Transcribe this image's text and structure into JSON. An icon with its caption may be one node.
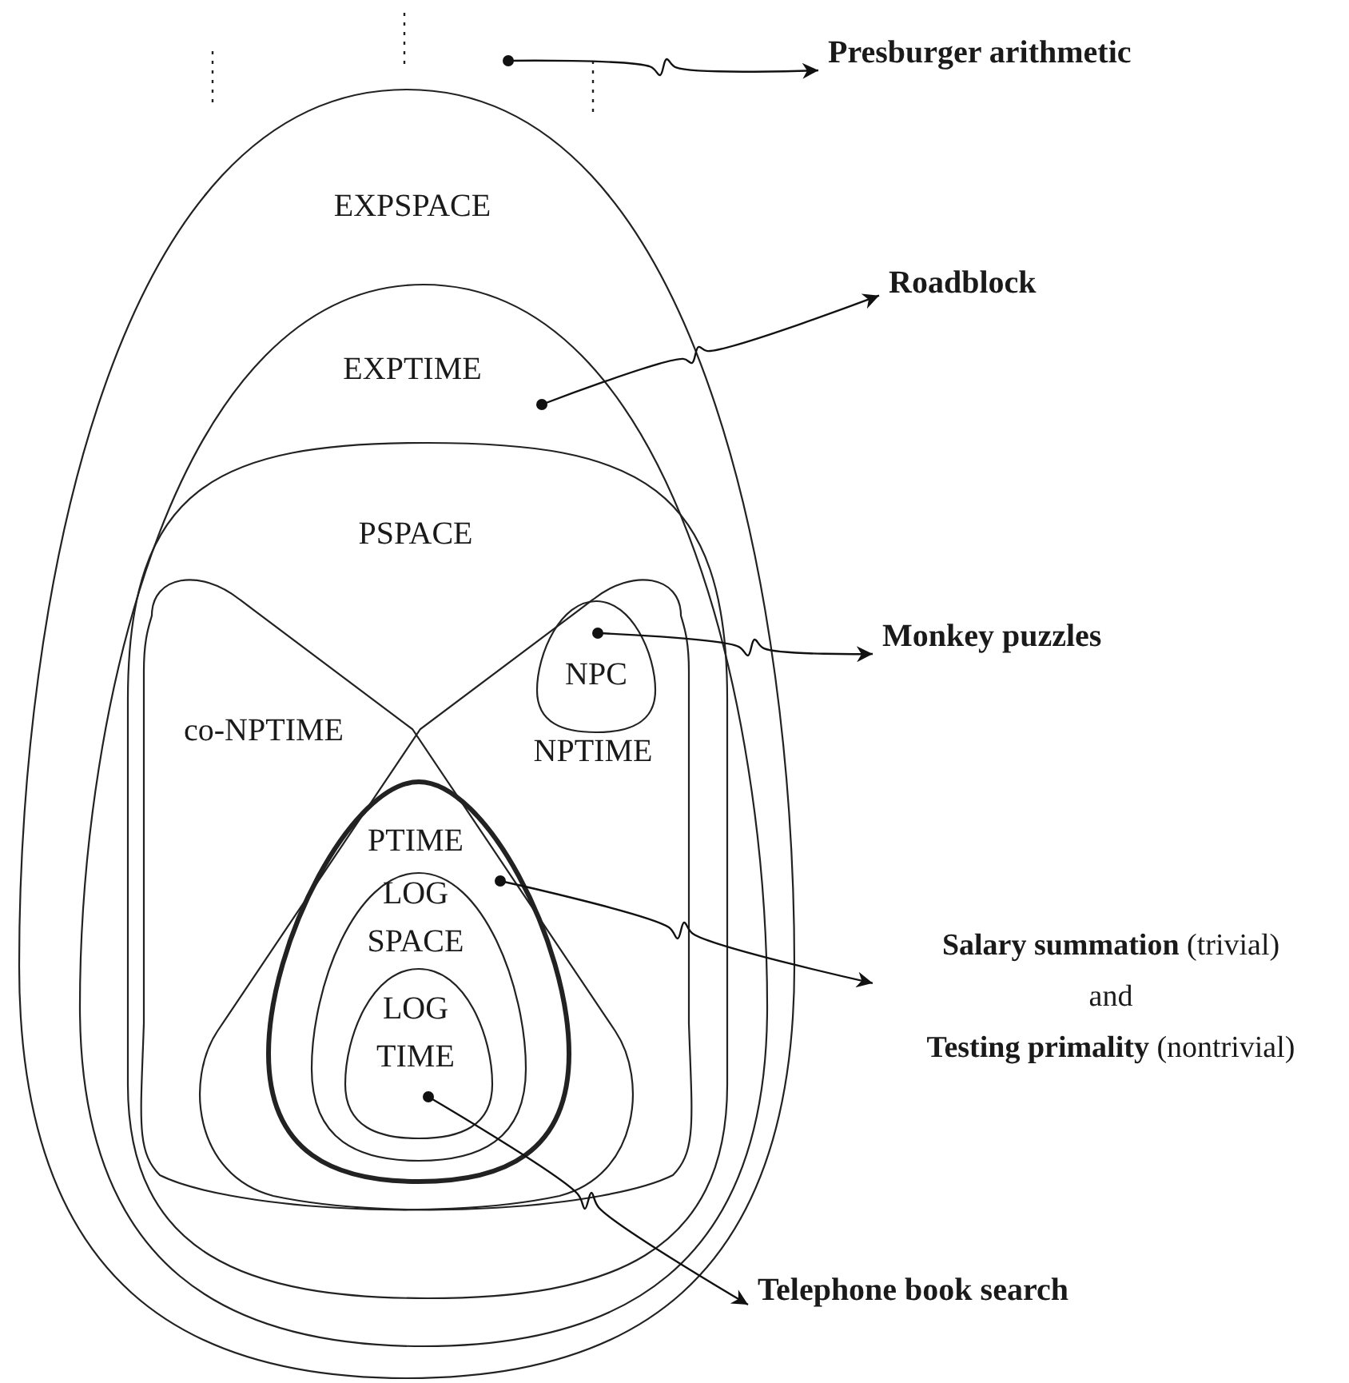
{
  "diagram": {
    "nodes": [
      {
        "text": [
          "EXPSPACE"
        ]
      },
      {
        "text": [
          "EXPTIME"
        ],
        "in": 0
      },
      {
        "text": [
          "PSPACE"
        ],
        "in": 1
      },
      {
        "text": [
          "co-NPTIME"
        ],
        "in": 2
      },
      {
        "text": [
          "NPTIME"
        ],
        "in": 2
      },
      {
        "text": [
          "NPC"
        ],
        "in": 4
      },
      {
        "text": [
          "PTIME"
        ],
        "in": 3
      },
      {
        "text": [
          "LOG SPACE"
        ],
        "in": 6
      },
      {
        "text": [
          "LOG TIME"
        ],
        "in": 7
      },
      {
        "text": [
          "Presburger arithmetic"
        ]
      },
      {
        "text": [
          "Roadblock"
        ]
      },
      {
        "text": [
          "Monkey puzzles"
        ]
      },
      {
        "text": [
          "**Salary summation** (trivial)",
          "and",
          "**Testing primality** (nontrivial)"
        ]
      },
      {
        "text": [
          "Telephone book search"
        ]
      }
    ],
    "edges": [
      {
        "from": null,
        "to": 9,
        "arrow": "to"
      },
      {
        "from": 1,
        "to": 10,
        "arrow": "to"
      },
      {
        "from": 5,
        "to": 11,
        "arrow": "to"
      },
      {
        "from": 6,
        "to": 12,
        "arrow": "to"
      },
      {
        "from": 8,
        "to": 13,
        "arrow": "to"
      }
    ]
  }
}
